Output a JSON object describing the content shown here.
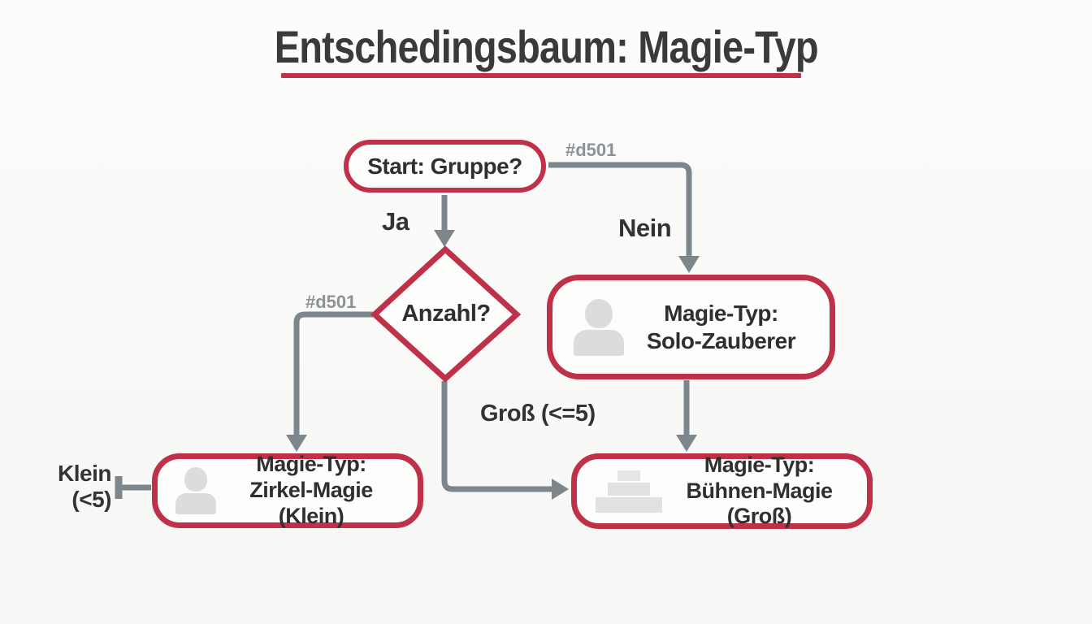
{
  "title": {
    "text": "Entschedingsbaum: Magie-Typ"
  },
  "colors": {
    "accent_red": "#bf3049",
    "line_gray": "#7d868b",
    "edge_id_gray": "#8b9298",
    "text_dark": "#2f2f2f",
    "icon_gray": "#dcdcdc",
    "background": "#fafaf8"
  },
  "nodes": {
    "start": {
      "label": "Start: Gruppe?",
      "shape": "stadium"
    },
    "decision": {
      "label": "Anzahl?",
      "shape": "diamond"
    },
    "solo": {
      "line1": "Magie-Typ:",
      "line2": "Solo-Zauberer",
      "icon": "person-icon",
      "shape": "rounded-rect"
    },
    "zirkel": {
      "line1": "Magie-Typ:",
      "line2": "Zirkel-Magie (Klein)",
      "icon": "person-icon",
      "shape": "rounded-rect"
    },
    "buehnen": {
      "line1": "Magie-Typ:",
      "line2": "Bühnen-Magie (Groß)",
      "icon": "stage-icon",
      "shape": "rounded-rect"
    }
  },
  "edge_labels": {
    "ja": "Ja",
    "nein": "Nein",
    "id_right": "#d501",
    "id_left": "#d501",
    "gross": "Groß (<=5)",
    "klein_line1": "Klein",
    "klein_line2": "(<5)"
  }
}
